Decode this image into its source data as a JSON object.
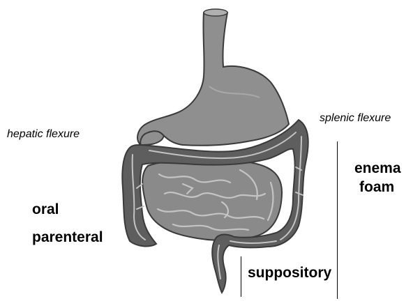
{
  "labels": {
    "hepatic_flexure": "hepatic flexure",
    "splenic_flexure": "splenic flexure",
    "enema": "enema",
    "foam": "foam",
    "oral": "oral",
    "parenteral": "parenteral",
    "suppository": "suppository"
  },
  "colors": {
    "esophagus_stomach": "#8f8f8f",
    "colon": "#5e5e5e",
    "small_intestine": "#8a8a8a",
    "outline": "#3a3a3a",
    "highlight": "#c4c4c4"
  }
}
